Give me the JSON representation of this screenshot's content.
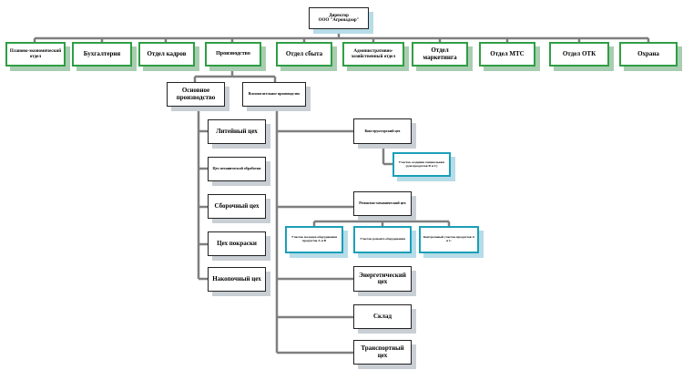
{
  "director": {
    "line1": "Директор",
    "line2": "ООО \"Агронадзор\""
  },
  "departments": [
    "Планово-экономический отдел",
    "Бухгалтерия",
    "Отдел кадров",
    "Производство",
    "Отдел сбыта",
    "Административно-хозяйственный отдел",
    "Отдел маркетинга",
    "Отдел МТС",
    "Отдел ОТК",
    "Охрана"
  ],
  "production": {
    "main": "Основное производство",
    "auxiliary": "Вспомогательное производство"
  },
  "main_shops": [
    "Литейный цех",
    "Цех механической обработки",
    "Сборочный цех",
    "Цех покраски",
    "Накопочный цех"
  ],
  "aux_units": {
    "design_bureau": "Конструкторский цех",
    "design_sub": "Участок создания специальных (для продуктов В и С)",
    "repair": "Ремонтно-механический цех",
    "repair_subs": [
      "Участок наладки оборудования продуктов А и В",
      "Участок ремонта оборудования",
      "Контрольный участок продуктов А и С"
    ],
    "energy": "Энергетический цех",
    "warehouse": "Склад",
    "transport": "Транспортный цех"
  }
}
